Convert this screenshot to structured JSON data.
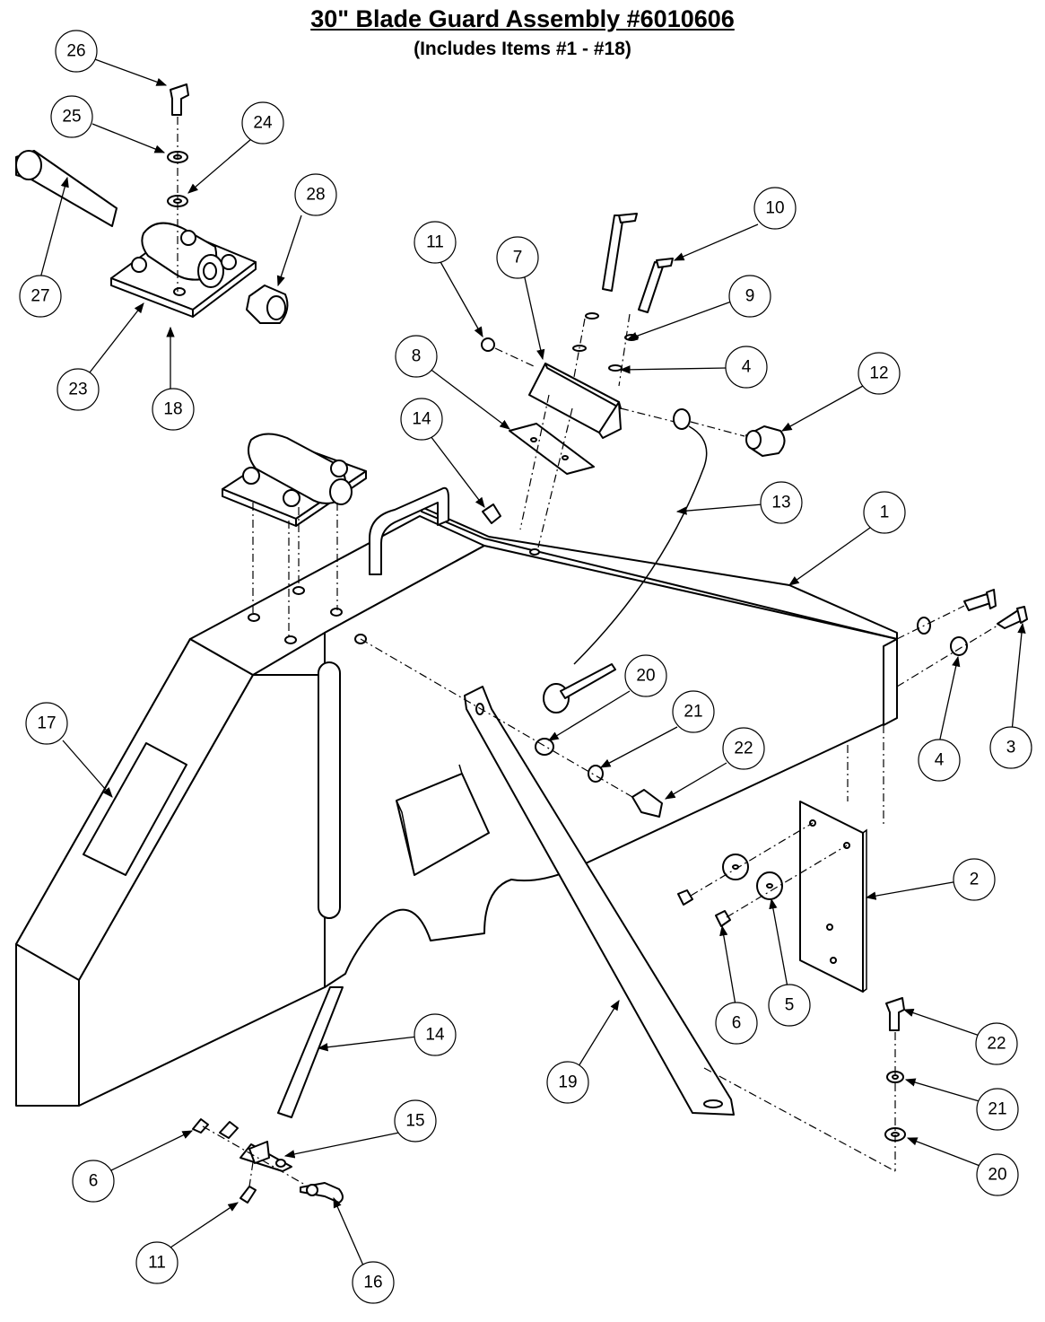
{
  "title": "30\" Blade Guard Assembly #6010606",
  "subtitle": "(Includes Items #1 - #18)",
  "callouts": [
    {
      "id": "c26",
      "label": "26"
    },
    {
      "id": "c25",
      "label": "25"
    },
    {
      "id": "c24",
      "label": "24"
    },
    {
      "id": "c27",
      "label": "27"
    },
    {
      "id": "c28",
      "label": "28"
    },
    {
      "id": "c23",
      "label": "23"
    },
    {
      "id": "c18",
      "label": "18"
    },
    {
      "id": "c11a",
      "label": "11"
    },
    {
      "id": "c7",
      "label": "7"
    },
    {
      "id": "c10",
      "label": "10"
    },
    {
      "id": "c9",
      "label": "9"
    },
    {
      "id": "c8",
      "label": "8"
    },
    {
      "id": "c4a",
      "label": "4"
    },
    {
      "id": "c12",
      "label": "12"
    },
    {
      "id": "c14a",
      "label": "14"
    },
    {
      "id": "c13",
      "label": "13"
    },
    {
      "id": "c1",
      "label": "1"
    },
    {
      "id": "c17",
      "label": "17"
    },
    {
      "id": "c20a",
      "label": "20"
    },
    {
      "id": "c21a",
      "label": "21"
    },
    {
      "id": "c22a",
      "label": "22"
    },
    {
      "id": "c4b",
      "label": "4"
    },
    {
      "id": "c3",
      "label": "3"
    },
    {
      "id": "c2",
      "label": "2"
    },
    {
      "id": "c6a",
      "label": "6"
    },
    {
      "id": "c5",
      "label": "5"
    },
    {
      "id": "c14b",
      "label": "14"
    },
    {
      "id": "c19",
      "label": "19"
    },
    {
      "id": "c22b",
      "label": "22"
    },
    {
      "id": "c21b",
      "label": "21"
    },
    {
      "id": "c20b",
      "label": "20"
    },
    {
      "id": "c15",
      "label": "15"
    },
    {
      "id": "c6b",
      "label": "6"
    },
    {
      "id": "c11b",
      "label": "11"
    },
    {
      "id": "c16",
      "label": "16"
    }
  ]
}
